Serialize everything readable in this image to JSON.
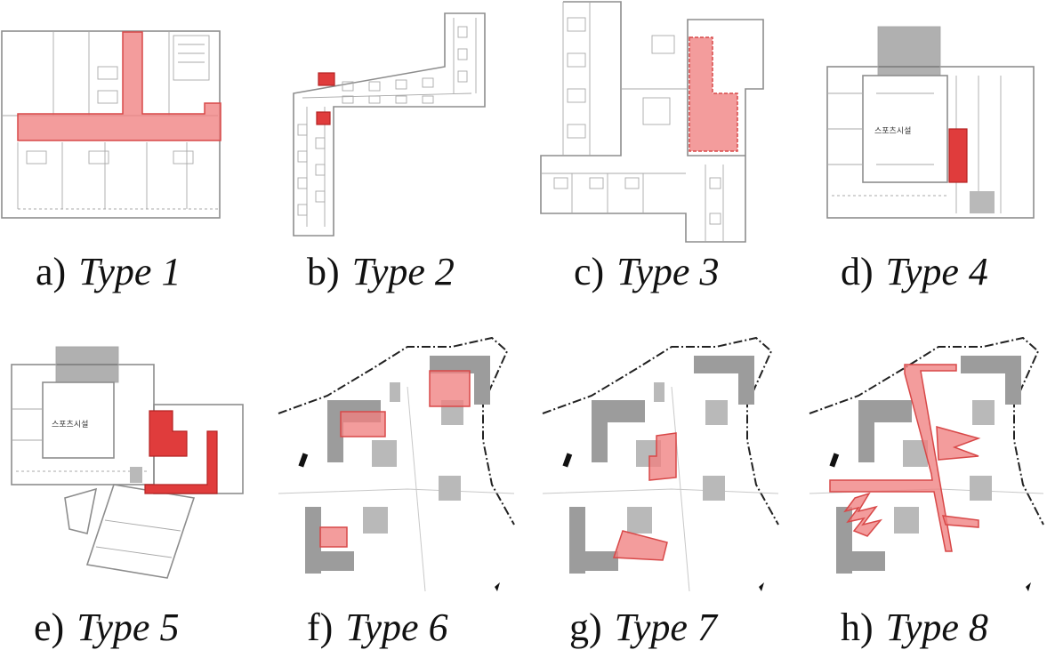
{
  "figure": {
    "panels": [
      {
        "id": "a",
        "label": "a)",
        "type": "Type 1"
      },
      {
        "id": "b",
        "label": "b)",
        "type": "Type 2"
      },
      {
        "id": "c",
        "label": "c)",
        "type": "Type 3"
      },
      {
        "id": "d",
        "label": "d)",
        "type": "Type 4"
      },
      {
        "id": "e",
        "label": "e)",
        "type": "Type 5"
      },
      {
        "id": "f",
        "label": "f)",
        "type": "Type 6"
      },
      {
        "id": "g",
        "label": "g)",
        "type": "Type 7"
      },
      {
        "id": "h",
        "label": "h)",
        "type": "Type 8"
      }
    ],
    "plan_labels": {
      "sports_facility": "스포츠시설"
    },
    "colors": {
      "highlight": "#f08080",
      "highlight_strong": "#e03c3c",
      "building": "#9c9c9c",
      "wall": "#8d8d8d"
    }
  }
}
